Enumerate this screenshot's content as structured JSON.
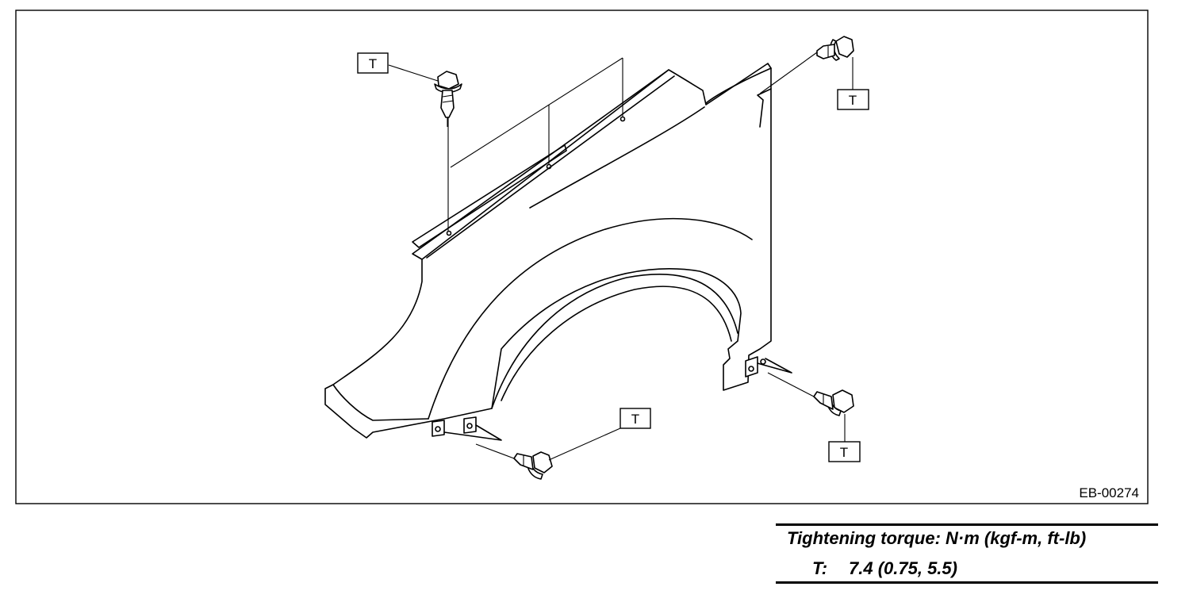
{
  "figure_code": "EB-00274",
  "callout_label": "T",
  "torque_table": {
    "heading": "Tightening torque: N·m (kgf-m, ft-lb)",
    "entries": [
      {
        "key": "T:",
        "value": "7.4 (0.75, 5.5)"
      }
    ]
  }
}
